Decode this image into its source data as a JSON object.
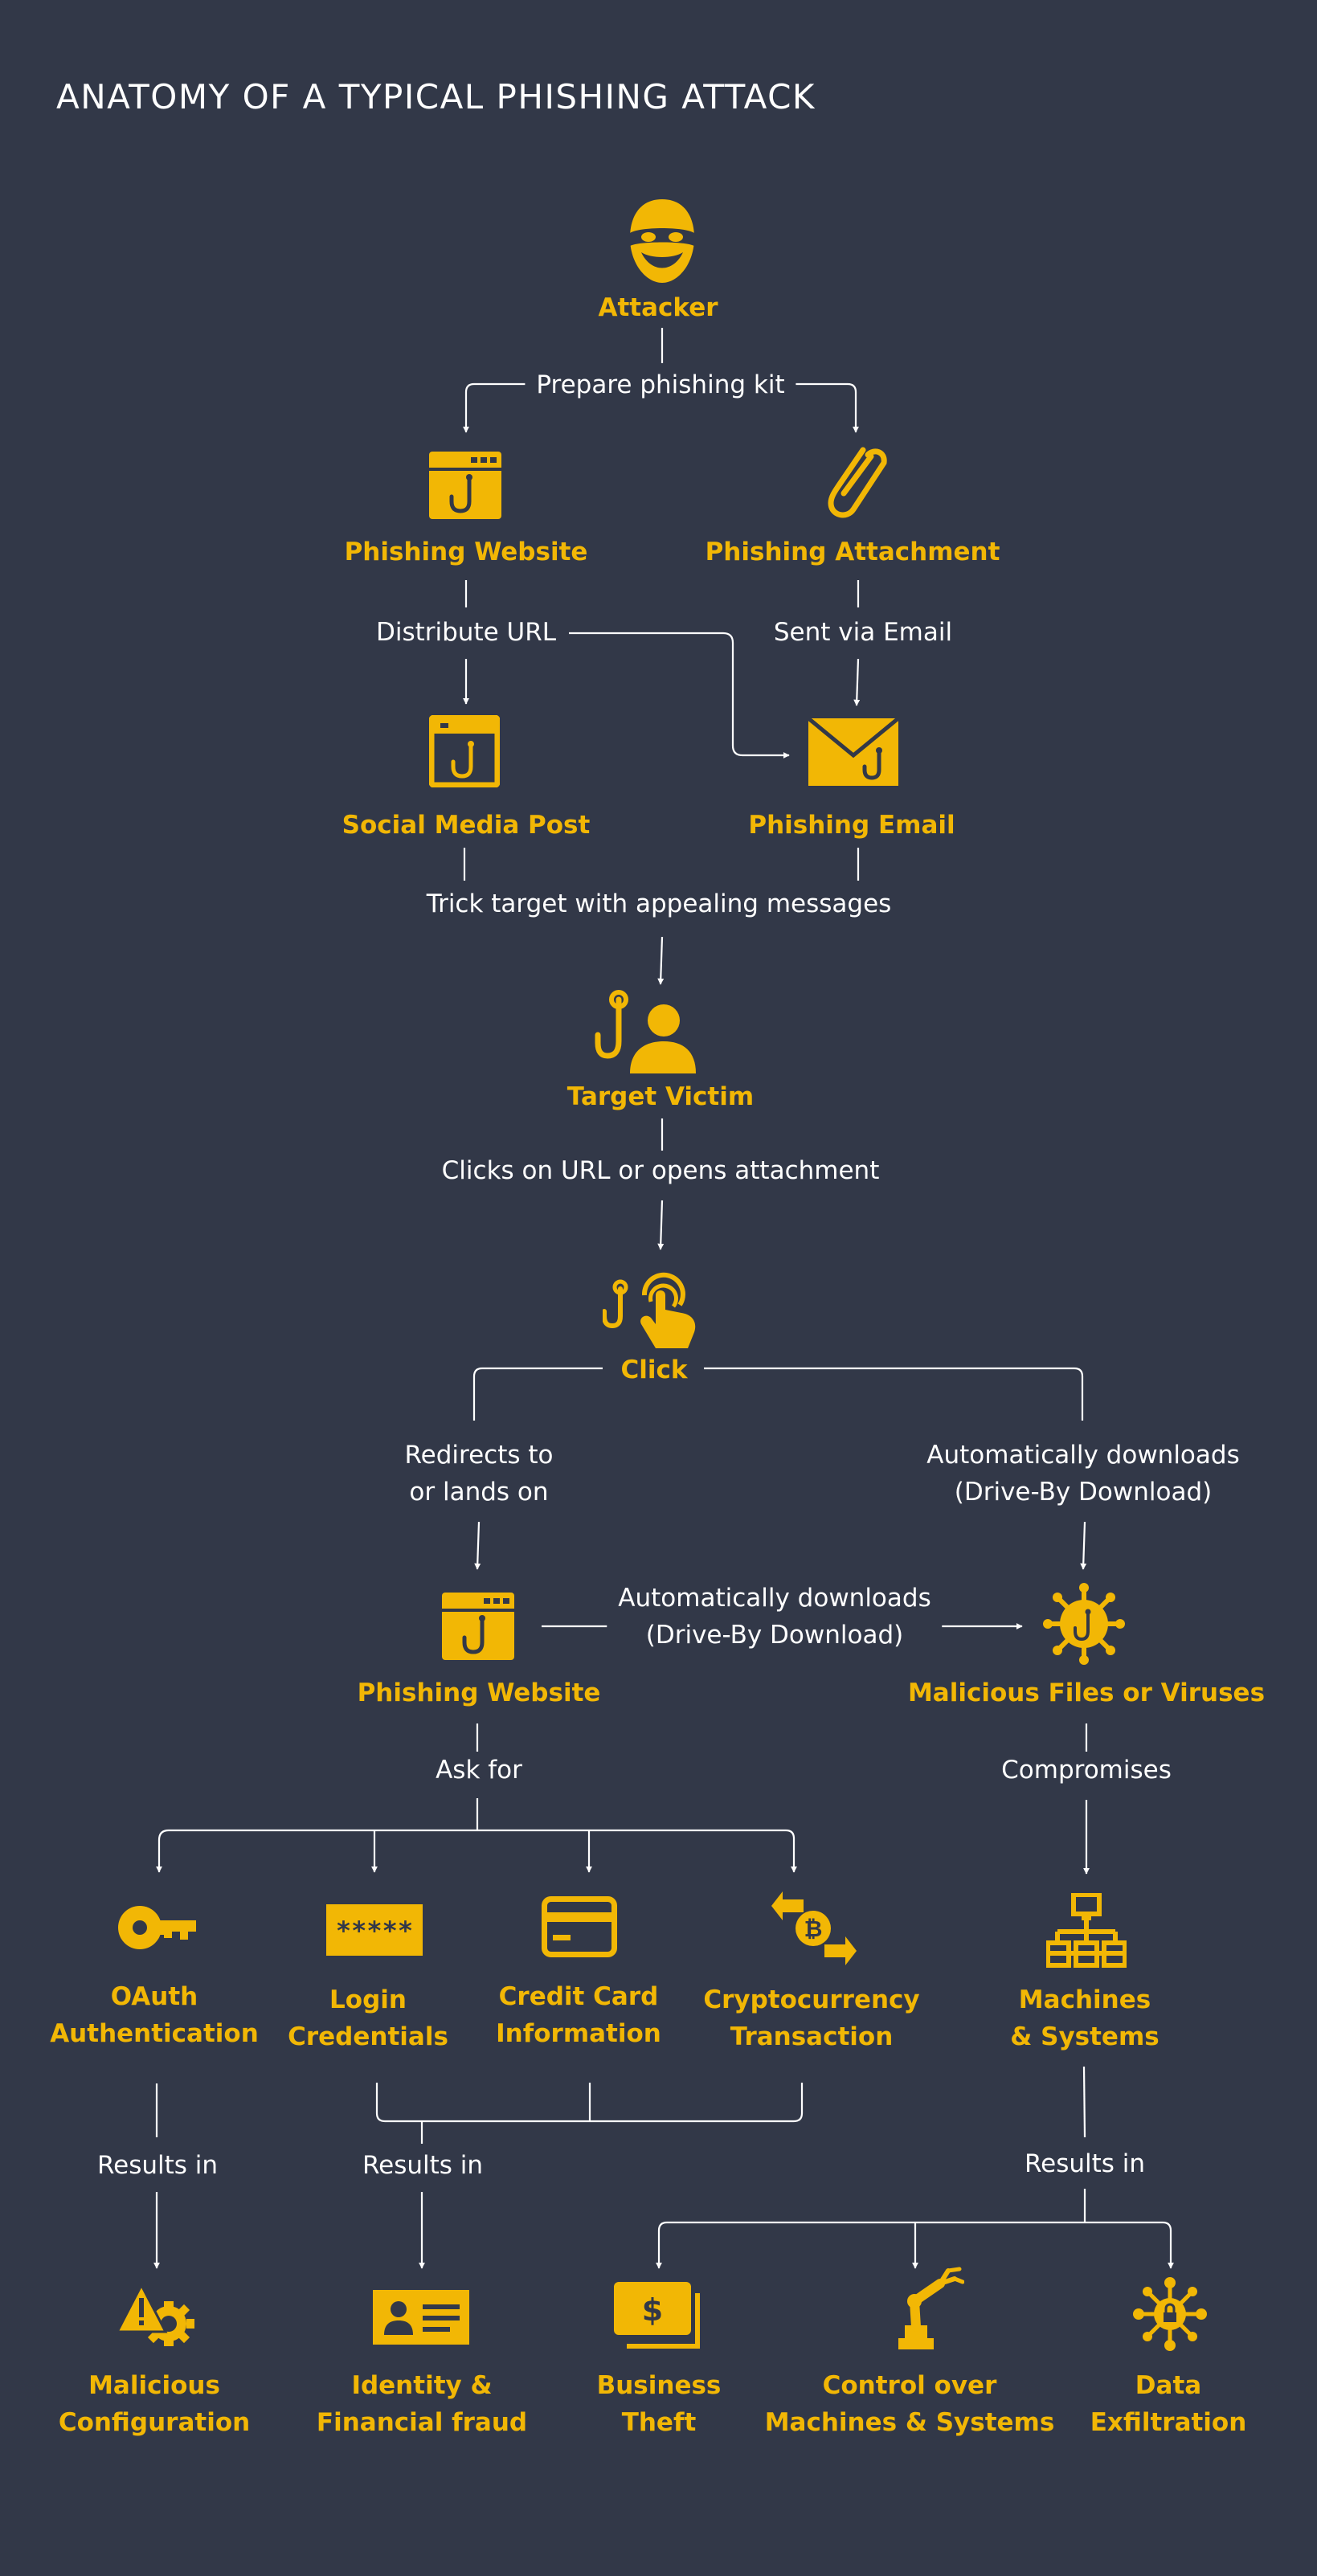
{
  "title": "ANATOMY OF A TYPICAL PHISHING ATTACK",
  "colors": {
    "background": "#323848",
    "accent": "#f2b705",
    "text": "#ffffff"
  },
  "nodes": {
    "attacker": "Attacker",
    "phishing_website_1": "Phishing Website",
    "phishing_attachment": "Phishing Attachment",
    "social_media_post": "Social Media Post",
    "phishing_email": "Phishing Email",
    "target_victim": "Target Victim",
    "click": "Click",
    "phishing_website_2": "Phishing Website",
    "malicious_files": "Malicious Files or Viruses",
    "oauth": [
      "OAuth",
      "Authentication"
    ],
    "login": [
      "Login",
      "Credentials"
    ],
    "credit_card": [
      "Credit Card",
      "Information"
    ],
    "crypto": [
      "Cryptocurrency",
      "Transaction"
    ],
    "machines": [
      "Machines",
      "& Systems"
    ],
    "malicious_config": [
      "Malicious",
      "Configuration"
    ],
    "identity_fraud": [
      "Identity &",
      "Financial fraud"
    ],
    "business_theft": [
      "Business",
      "Theft"
    ],
    "control_machines": [
      "Control over",
      "Machines & Systems"
    ],
    "data_exfiltration": [
      "Data",
      "Exfiltration"
    ]
  },
  "edges": {
    "prepare_kit": "Prepare phishing kit",
    "distribute_url": "Distribute URL",
    "sent_via_email": "Sent via Email",
    "trick_target": "Trick target with appealing messages",
    "clicks_on_url": "Clicks on URL or opens attachment",
    "redirects": [
      "Redirects to",
      "or lands on"
    ],
    "auto_download_right": [
      "Automatically downloads",
      "(Drive-By Download)"
    ],
    "auto_download_mid": [
      "Automatically downloads",
      "(Drive-By Download)"
    ],
    "ask_for": "Ask for",
    "compromises": "Compromises",
    "results_in_1": "Results in",
    "results_in_2": "Results in",
    "results_in_3": "Results in"
  },
  "icons": {
    "attacker": "masked-attacker-icon",
    "phishing_website": "browser-hook-icon",
    "phishing_attachment": "paperclip-icon",
    "social_media_post": "post-hook-icon",
    "phishing_email": "envelope-hook-icon",
    "target_victim": "hooked-person-icon",
    "click": "hand-tap-icon",
    "malicious_files": "virus-icon",
    "oauth": "key-icon",
    "login": "password-field-icon",
    "credit_card": "credit-card-icon",
    "crypto": "bitcoin-exchange-icon",
    "machines": "network-icon",
    "malicious_config": "warning-gear-icon",
    "identity_fraud": "id-card-icon",
    "business_theft": "money-bill-icon",
    "control_machines": "robot-arm-icon",
    "data_exfiltration": "data-lock-icon"
  }
}
